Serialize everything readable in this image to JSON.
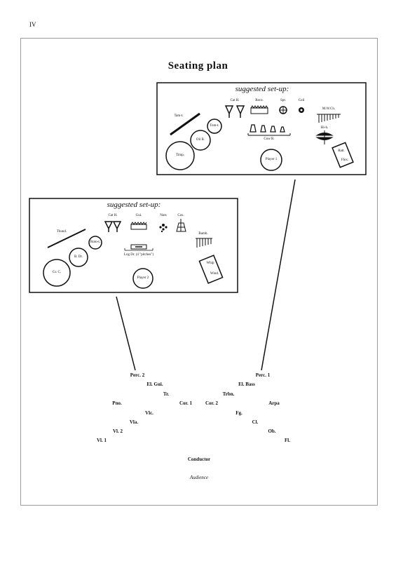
{
  "page_number": "IV",
  "title": "Seating plan",
  "box1": {
    "heading": "suggested set-up:",
    "labels": {
      "tam_t": "Tam-t.",
      "cat_h": "Cat H.",
      "reco": "Reco.",
      "spr": "Spr.",
      "coil": "Coil",
      "mw_ch": "M.W.Ch.",
      "tom_t": "Tom-t.",
      "oil_b": "Oil B.",
      "timp": "Timp.",
      "cow_b": "Cow B.",
      "hi_h": "Hi-h.",
      "player": "Player 1",
      "ratt": "Ratt.",
      "flex": "Flex."
    }
  },
  "box2": {
    "heading": "suggested set-up:",
    "labels": {
      "cat_h": "Cat H.",
      "gui": "Gui.",
      "nuts": "Nuts",
      "cax": "Cax.",
      "thund": "Thund.",
      "roto_t": "Roto-t.",
      "b_dr": "B. Dr.",
      "log_dr": "Log Dr. (4 \"pitches\")",
      "bamb": "Bamb.",
      "gr_c": "Gr. C.",
      "whip": "Whip",
      "wind": "Wind.",
      "player": "Player 2"
    }
  },
  "orchestra": {
    "perc2": "Perc. 2",
    "perc1": "Perc. 1",
    "el_gui": "El. Gui.",
    "el_bass": "El. Bass",
    "tr": "Tr.",
    "trbn": "Trbn.",
    "pno": "Pno.",
    "cor1": "Cor. 1",
    "cor2": "Cor. 2",
    "arpa": "Arpa",
    "vlc": "Vlc.",
    "fg": "Fg.",
    "vla": "Vla.",
    "cl": "Cl.",
    "vl2": "Vl. 2",
    "ob": "Ob.",
    "vl1": "Vl. 1",
    "fl": "Fl.",
    "conductor": "Conductor",
    "audience": "Audience"
  }
}
